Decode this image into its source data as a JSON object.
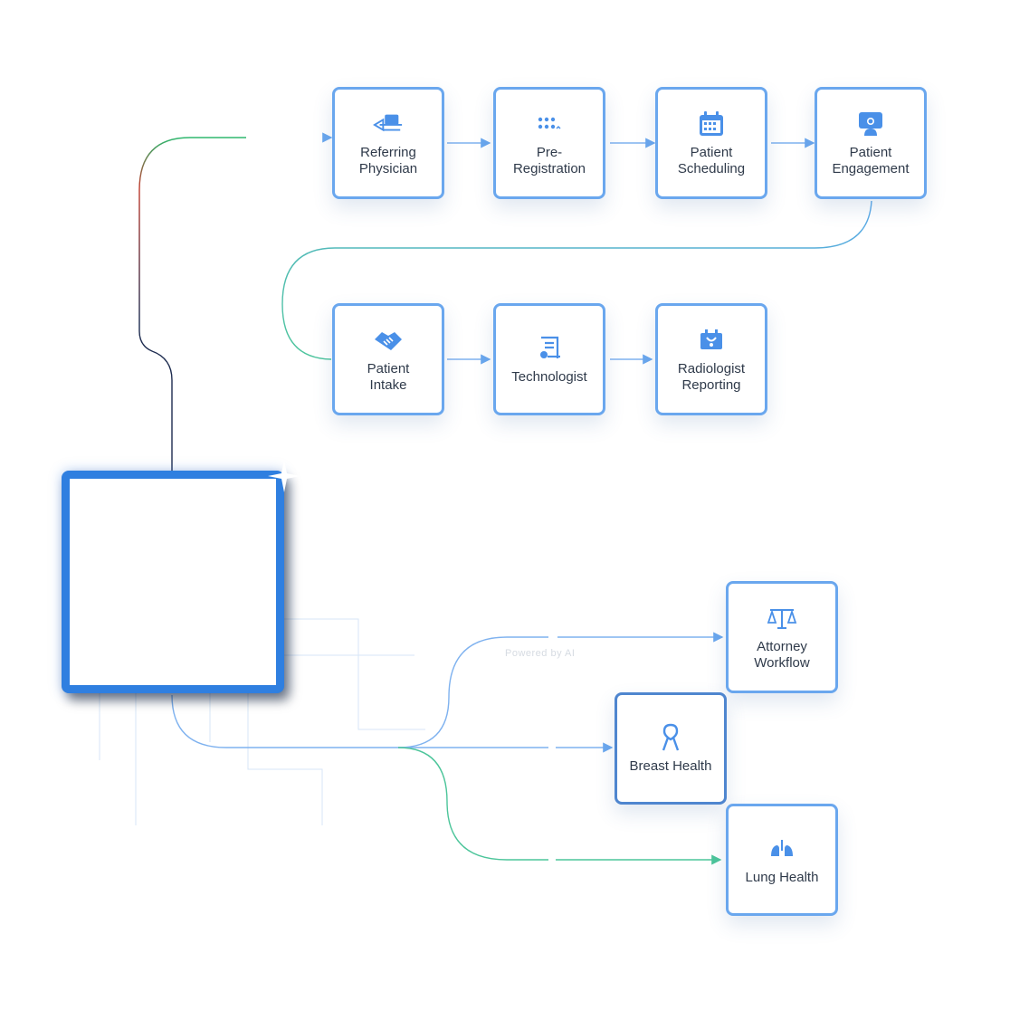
{
  "workflow_row1": [
    {
      "label": "Referring\nPhysician",
      "icon": "referral-arrow-icon"
    },
    {
      "label": "Pre-\nRegistration",
      "icon": "dots-grid-icon"
    },
    {
      "label": "Patient\nScheduling",
      "icon": "calendar-icon"
    },
    {
      "label": "Patient\nEngagement",
      "icon": "patient-screen-icon"
    }
  ],
  "workflow_row2": [
    {
      "label": "Patient\nIntake",
      "icon": "handshake-icon"
    },
    {
      "label": "Technologist",
      "icon": "document-stamp-icon"
    },
    {
      "label": "Radiologist\nReporting",
      "icon": "radiology-monitor-icon"
    }
  ],
  "specialties": [
    {
      "label": "Attorney\nWorkflow",
      "icon": "scales-icon"
    },
    {
      "label": "Breast Health",
      "icon": "awareness-ribbon-icon"
    },
    {
      "label": "Lung Health",
      "icon": "lungs-icon"
    }
  ],
  "faint_note": "Powered by AI",
  "colors": {
    "node_border": "#6aa7ee",
    "icon_blue": "#4a90e8",
    "hub_border": "#2f7fe0",
    "connector_blue": "#7fb2ef",
    "connector_green": "#4cc59a"
  }
}
